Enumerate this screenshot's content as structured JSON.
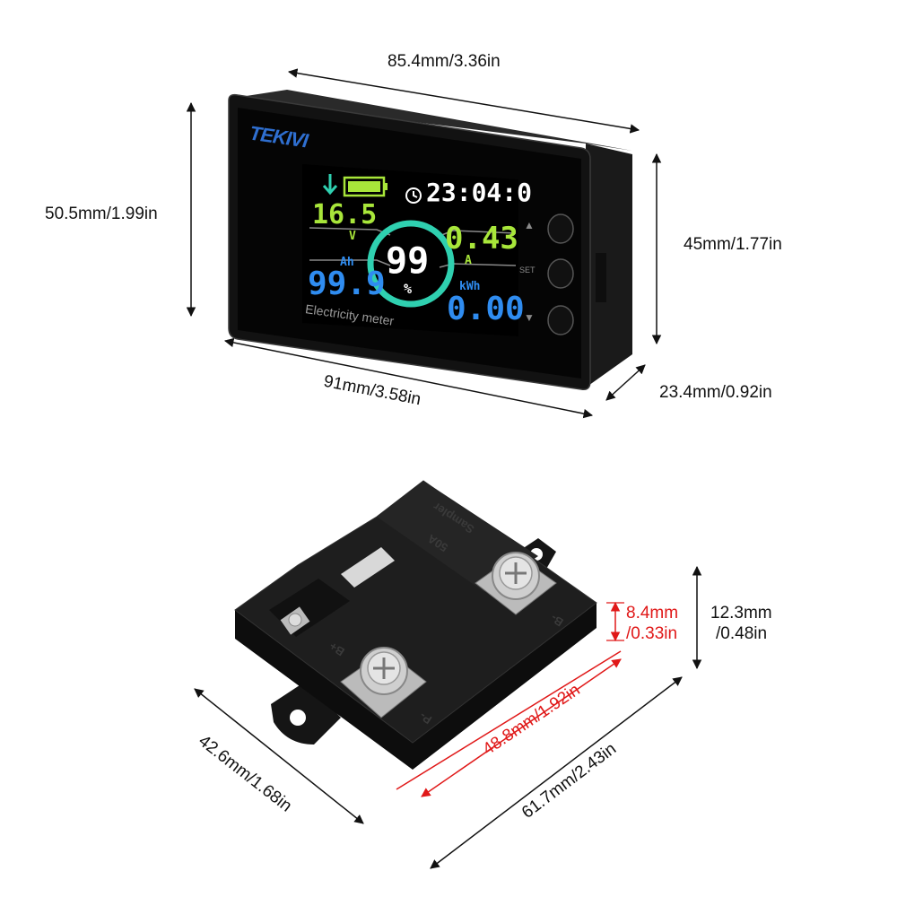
{
  "meter": {
    "brand": "TEKIVI",
    "label": "Electricity meter",
    "screen": {
      "voltage": "16.5",
      "voltage_unit": "V",
      "current": "0.43",
      "current_unit": "A",
      "capacity": "99.9",
      "capacity_unit": "Ah",
      "energy": "0.00",
      "energy_unit": "kWh",
      "percent": "99",
      "percent_unit": "%",
      "time": "23:04:0",
      "battery_level": 1.0
    },
    "buttons": {
      "up": "▲",
      "set": "SET",
      "down": "▼"
    },
    "dimensions": {
      "width_top": "85.4mm/3.36in",
      "height_left": "50.5mm/1.99in",
      "height_right": "45mm/1.77in",
      "width_bottom": "91mm/3.58in",
      "depth": "23.4mm/0.92in"
    }
  },
  "sampler": {
    "label": "Sampler",
    "rating": "50A",
    "terminals": {
      "b_minus": "B-",
      "p_minus": "P-",
      "b_plus": "B+"
    },
    "dimensions": {
      "terminal_height": "8.4mm",
      "terminal_height_in": "/0.33in",
      "total_height": "12.3mm",
      "total_height_in": "/0.48in",
      "width": "42.6mm/1.68in",
      "length": "61.7mm/2.43in",
      "hole_spacing": "48.8mm/1.92in"
    }
  },
  "colors": {
    "accent_green": "#a8e63a",
    "accent_blue": "#2f8cf0",
    "accent_teal": "#2fd0b0",
    "dimension_red": "#e01818"
  }
}
